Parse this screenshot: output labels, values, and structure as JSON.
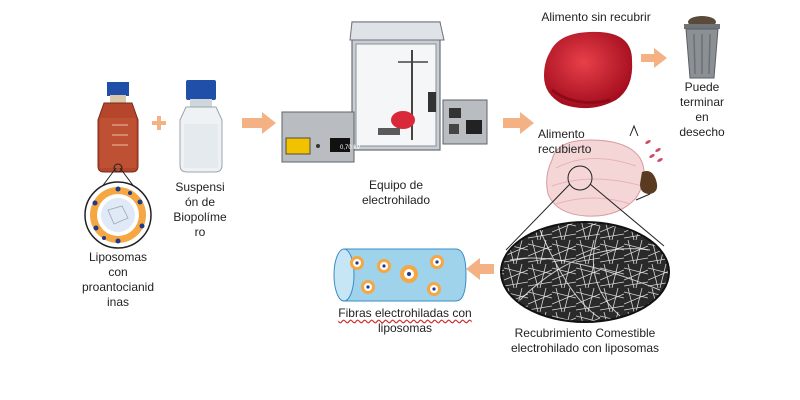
{
  "labels": {
    "liposomes": [
      "Liposomas",
      "con",
      "proantocianid",
      "inas"
    ],
    "suspension": [
      "Suspensi",
      "ón de",
      "Biopolíme",
      "ro"
    ],
    "equipment": [
      "Equipo de",
      "electrohilado"
    ],
    "uncoated_food": "Alimento sin recubrir",
    "waste": [
      "Puede",
      "terminar",
      "en",
      "desecho"
    ],
    "coated_food": [
      "Alimento",
      "recubierto"
    ],
    "fibers": [
      "Fibras electrohiladas con",
      "liposomas"
    ],
    "coating": [
      "Recubrimiento Comestible",
      "electrohilado con liposomas"
    ]
  },
  "device_display": "0,70 kV",
  "colors": {
    "arrow": "#f4b183",
    "meat": "#c8102e",
    "amber_liquid": "#b5462c",
    "bottle_cap": "#1f4fa8",
    "fiber_cylinder": "#9fd3ec",
    "machine_metal": "#b9bcc0"
  }
}
